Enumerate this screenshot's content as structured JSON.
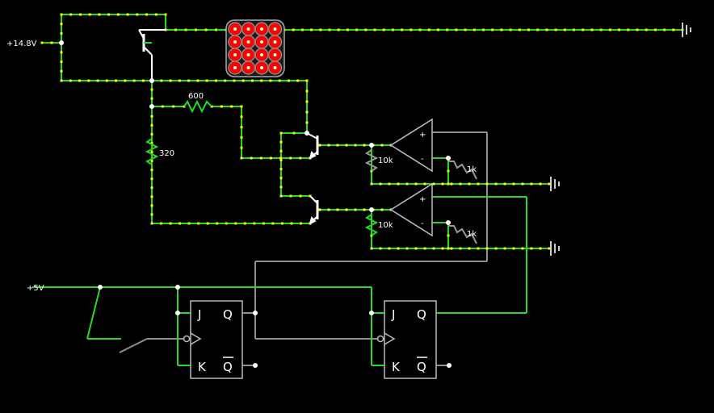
{
  "supply_labels": {
    "high_voltage": "+14.8V",
    "logic_voltage": "+5V"
  },
  "component_labels": {
    "r_top": "600",
    "r_left": "320",
    "pot_upper": "10k",
    "pot_lower": "10k",
    "r_fb_upper": "1k",
    "r_fb_lower": "1k"
  },
  "opamp_pins": {
    "plus": "+",
    "minus": "-"
  },
  "flipflop_pins": {
    "j": "J",
    "k": "K",
    "q": "Q",
    "qbar": "Q"
  },
  "colors": {
    "live_wire": "#00dd00",
    "idle_wire": "#8f8f8f",
    "current_dots": "#ffff00",
    "led_on": "#ff0000",
    "background": "#000000"
  },
  "icons": [
    "ground-symbol",
    "npn-transistor",
    "pnp-transistor",
    "op-amp",
    "jk-flip-flop",
    "switch",
    "led-array"
  ]
}
